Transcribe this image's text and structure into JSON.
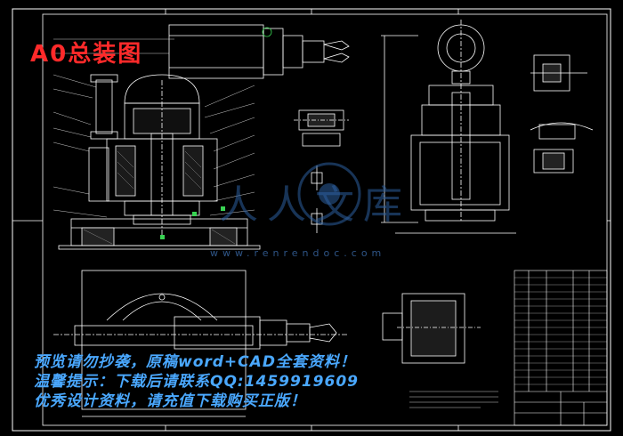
{
  "drawing_title": "A0总装图",
  "promo": {
    "line1": "预览请勿抄袭，原稿word+CAD全套资料！",
    "line2": "温馨提示：下载后请联系QQ:1459919609",
    "line3": "优秀设计资料，请充值下载购买正版！"
  },
  "watermark": {
    "text": "人人文库",
    "url": "www.renrendoc.com"
  },
  "colors": {
    "background": "#000000",
    "line": "#ffffff",
    "title": "#ff2a2a",
    "promo": "#4aa8ff",
    "watermark": "#2d5f9e",
    "accent_green": "#39d353",
    "accent_cyan": "#40e0ff"
  }
}
